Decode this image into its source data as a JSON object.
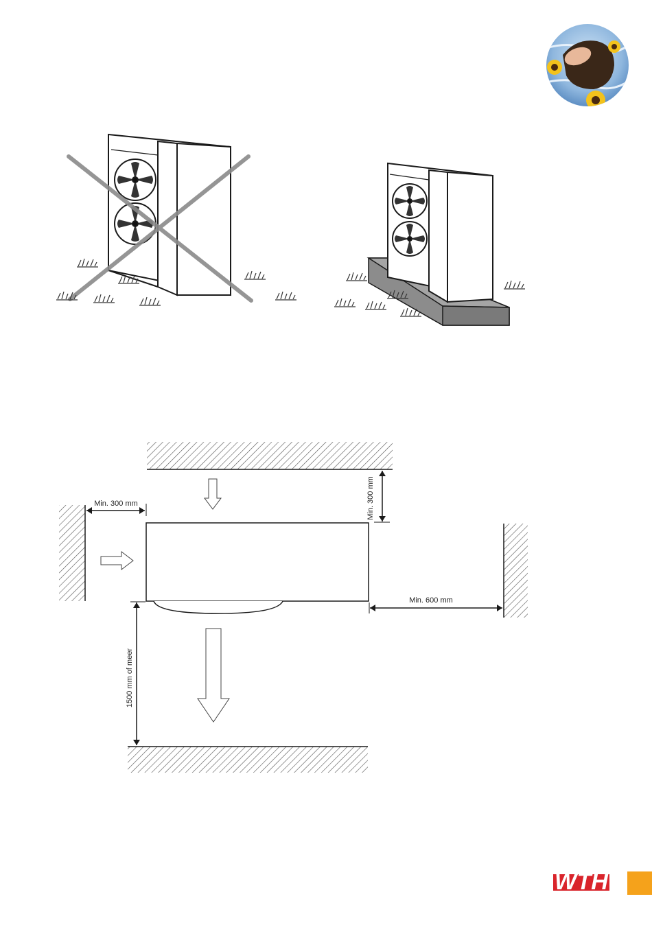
{
  "diagram": {
    "dimensions": {
      "top_clearance": "Min. 300 mm",
      "left_clearance": "Min. 300 mm",
      "right_clearance": "Min. 600 mm",
      "front_clearance": "1500 mm of meer"
    }
  },
  "branding": {
    "logo_text": "WTH",
    "logo_color": "#d9242b",
    "accent_color": "#f5a21b"
  },
  "colors": {
    "cross_gray": "#8a8a8a",
    "base_gray": "#8c8c8c",
    "line": "#1a1a1a"
  }
}
